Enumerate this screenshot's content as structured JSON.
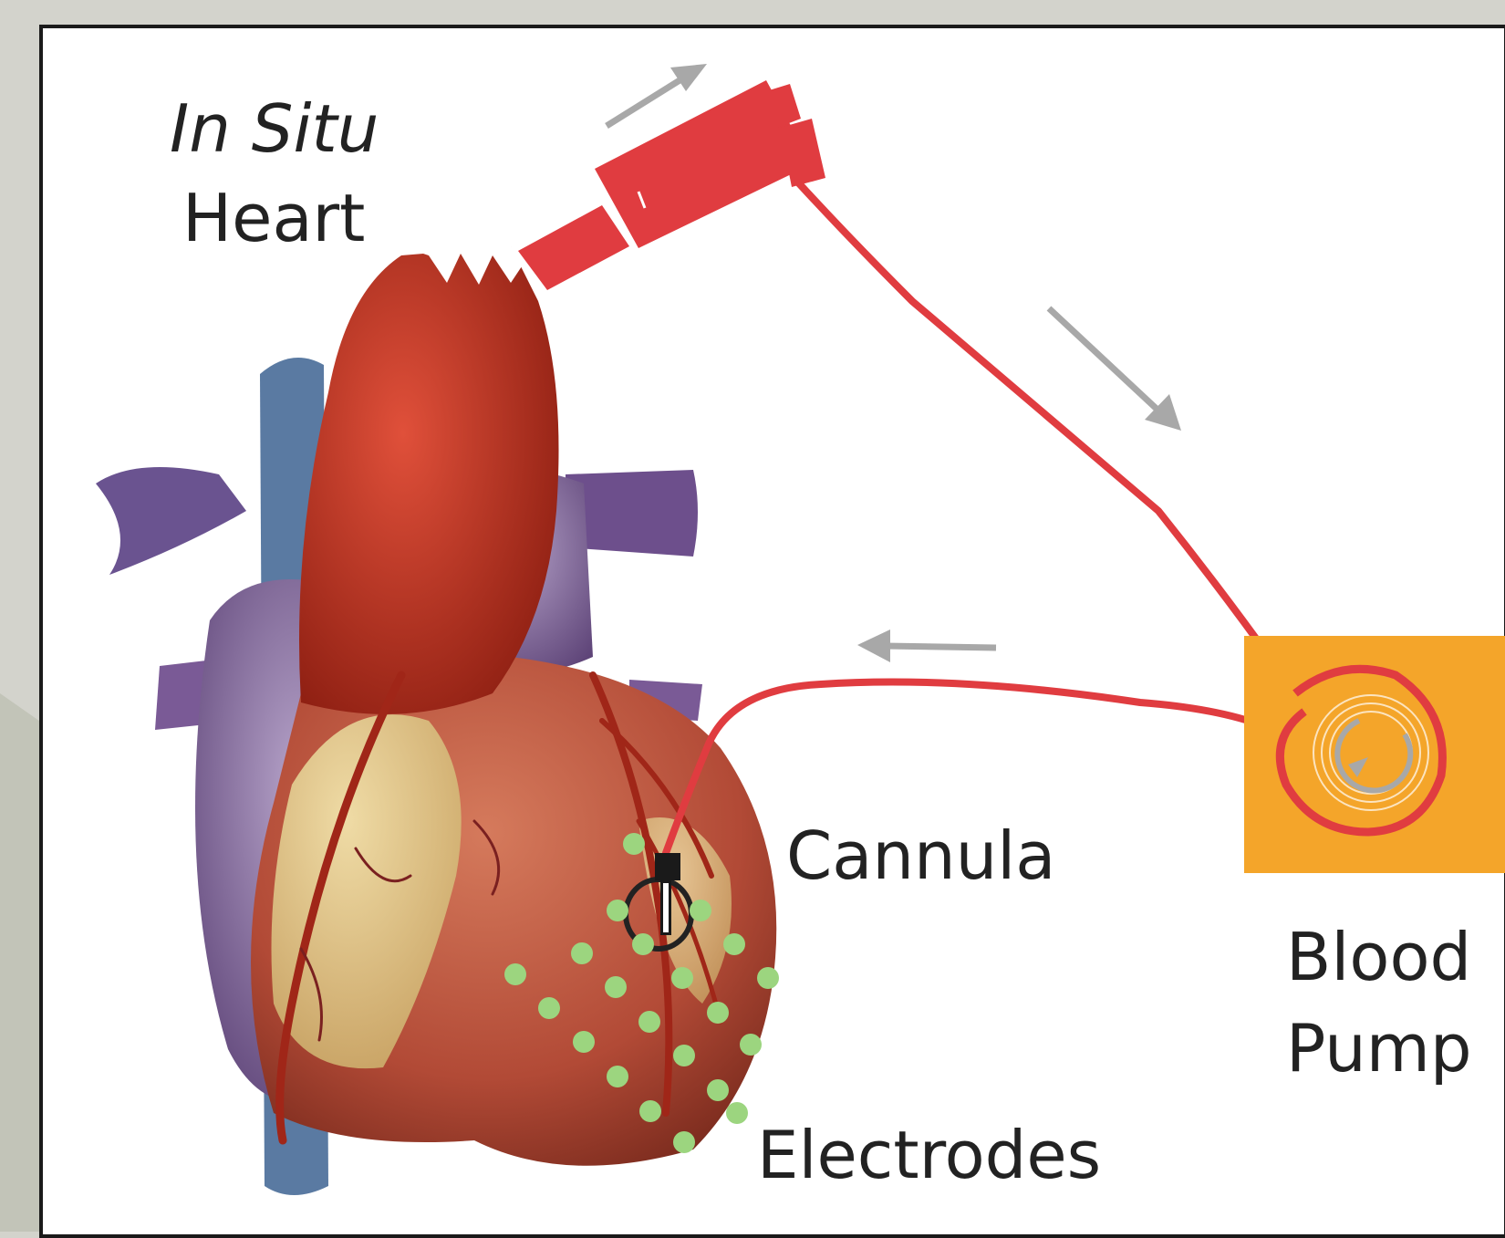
{
  "labels": {
    "in_situ": "In Situ",
    "heart": "Heart",
    "cannula": "Cannula",
    "blood": "Blood",
    "pump": "Pump",
    "electrodes": "Electrodes"
  },
  "colors": {
    "tube": "#e03c40",
    "pump_box": "#f4a52a",
    "electrode": "#9cd57f",
    "arrow": "#a8a8a8",
    "vein_purple": "#7a5a96",
    "artery_red": "#b8301f",
    "heart_fat": "#e3d08a"
  },
  "icons": [
    "flow-arrow-icon",
    "pump-rotation-icon"
  ]
}
